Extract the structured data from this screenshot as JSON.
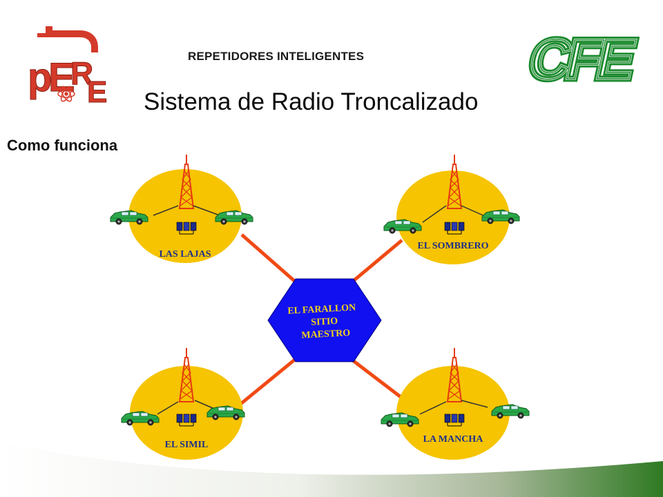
{
  "header": {
    "subtitle": "REPETIDORES INTELIGENTES",
    "title": "Sistema de Radio Troncalizado",
    "logo_left_text": "PERE",
    "logo_right_text": "CFE"
  },
  "section": {
    "title": "Como funciona"
  },
  "diagram": {
    "center": {
      "line1": "EL FARALLON",
      "line2": "SITIO",
      "line3": "MAESTRO"
    },
    "sites": [
      {
        "label": "LAS LAJAS"
      },
      {
        "label": "EL SOMBRERO"
      },
      {
        "label": "EL SIMIL"
      },
      {
        "label": "LA MANCHA"
      }
    ]
  },
  "colors": {
    "site_fill": "#f6c400",
    "site_label": "#1e2f8a",
    "hub_fill": "#1010f0",
    "hub_text": "#f2d21a",
    "link": "#f04a14",
    "tower": "#e53a10",
    "car": "#2aa84a",
    "brand_green": "#1b8a2e",
    "pere_red": "#d43a2a"
  }
}
